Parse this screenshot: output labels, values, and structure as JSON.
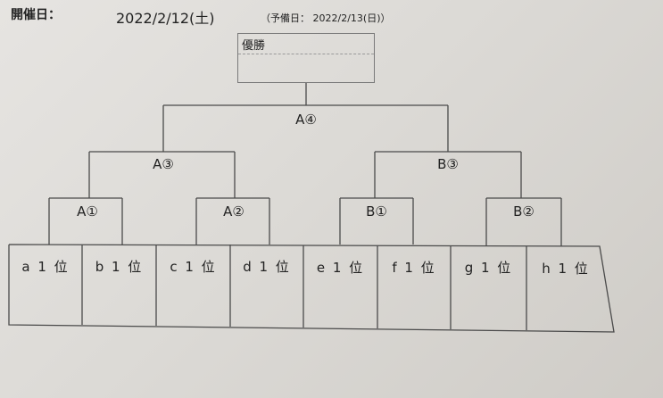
{
  "header": {
    "date_label": "開催日：",
    "date_value": "2022/2/12(土)",
    "reserve_text": "（予備日： 2022/2/13(日)）"
  },
  "winner_label": "優勝",
  "matches": {
    "final": "A④",
    "semi_left": "A③",
    "semi_right": "B③",
    "qf1": "A①",
    "qf2": "A②",
    "qf3": "B①",
    "qf4": "B②"
  },
  "teams": [
    "a 1 位",
    "b 1 位",
    "c 1 位",
    "d 1 位",
    "e 1 位",
    "f 1 位",
    "g 1 位",
    "h 1 位"
  ]
}
